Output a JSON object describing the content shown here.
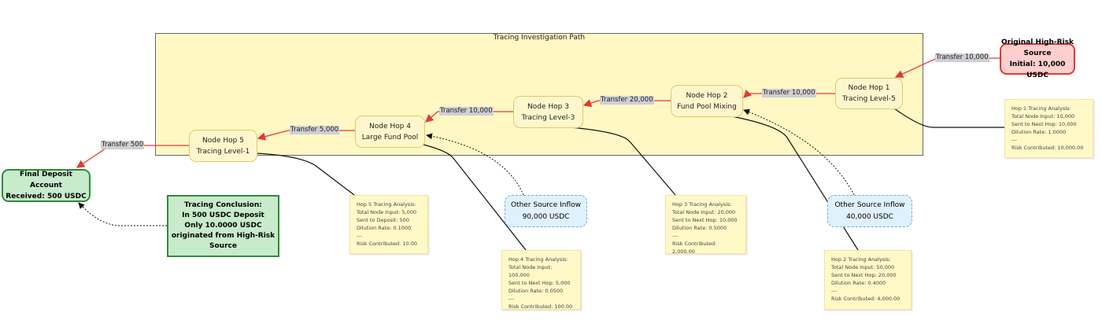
{
  "container_title": "Tracing Investigation Path",
  "source": {
    "line1": "Original High-Risk Source",
    "line2": "Initial: 10,000 USDC"
  },
  "hops": [
    {
      "line1": "Node Hop 1",
      "line2": "Tracing Level-5"
    },
    {
      "line1": "Node Hop 2",
      "line2": "Fund Pool Mixing"
    },
    {
      "line1": "Node Hop 3",
      "line2": "Tracing Level-3"
    },
    {
      "line1": "Node Hop 4",
      "line2": "Large Fund Pool"
    },
    {
      "line1": "Node Hop 5",
      "line2": "Tracing Level-1"
    }
  ],
  "final": {
    "line1": "Final Deposit Account",
    "line2": "Received: 500 USDC"
  },
  "conclusion": [
    "Tracing Conclusion:",
    "In 500 USDC Deposit",
    "Only 10.0000 USDC",
    "originated from High-Risk",
    "Source"
  ],
  "other_sources": [
    {
      "line1": "Other Source Inflow",
      "line2": "90,000 USDC"
    },
    {
      "line1": "Other Source Inflow",
      "line2": "40,000 USDC"
    }
  ],
  "transfers": [
    "Transfer 10,000",
    "Transfer 10,000",
    "Transfer 20,000",
    "Transfer 10,000",
    "Transfer 5,000",
    "Transfer 500"
  ],
  "notes": {
    "hop1": [
      "Hop 1 Tracing Analysis:",
      "Total Node Input: 10,000",
      "Sent to Next Hop: 10,000",
      "Dilution Rate: 1.0000",
      "---",
      "Risk Contributed: 10,000.00"
    ],
    "hop2": [
      "Hop 2 Tracing Analysis:",
      "Total Node Input: 50,000",
      "Sent to Next Hop: 20,000",
      "Dilution Rate: 0.4000",
      "---",
      "Risk Contributed: 4,000.00"
    ],
    "hop3": [
      "Hop 3 Tracing Analysis:",
      "Total Node Input: 20,000",
      "Sent to Next Hop: 10,000",
      "Dilution Rate: 0.5000",
      "---",
      "Risk Contributed: 2,000.00"
    ],
    "hop4": [
      "Hop 4 Tracing Analysis:",
      "Total Node Input: 100,000",
      "Sent to Next Hop: 5,000",
      "Dilution Rate: 0.0500",
      "---",
      "Risk Contributed: 100.00"
    ],
    "hop5": [
      "Hop 5 Tracing Analysis:",
      "Total Node Input: 5,000",
      "Sent to Deposit: 500",
      "Dilution Rate: 0.1000",
      "---",
      "Risk Contributed: 10.00"
    ]
  }
}
